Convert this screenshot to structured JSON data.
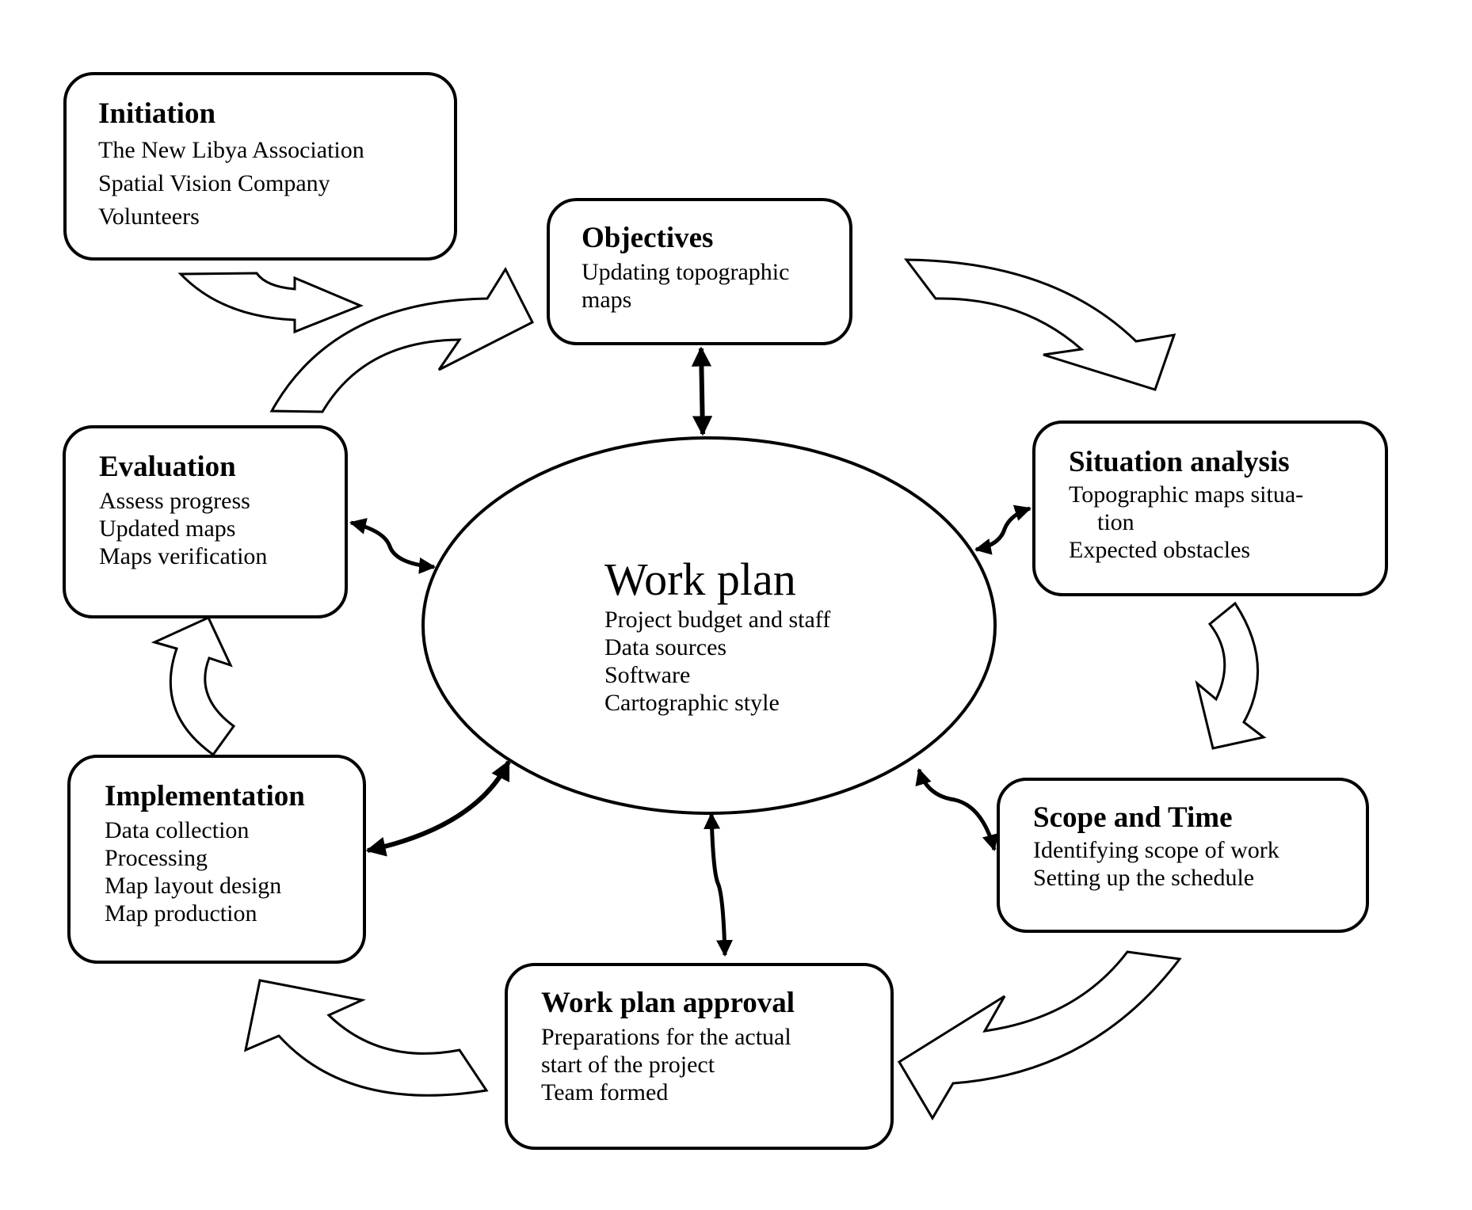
{
  "colors": {
    "stroke": "#000000",
    "fill": "#ffffff",
    "background": "#ffffff"
  },
  "center": {
    "title": "Work plan",
    "items": [
      "Project budget and staff",
      "Data sources",
      "Software",
      "Cartographic style"
    ]
  },
  "boxes": {
    "initiation": {
      "title": "Initiation",
      "items": [
        "The New Libya Association",
        "Spatial Vision Company",
        "Volunteers"
      ]
    },
    "objectives": {
      "title": "Objectives",
      "items": [
        "Updating topographic",
        "maps"
      ]
    },
    "situation": {
      "title": "Situation analysis",
      "items": [
        "Topographic maps situa-",
        "tion",
        "Expected obstacles"
      ]
    },
    "scope": {
      "title": "Scope and Time",
      "items": [
        "Identifying scope of work",
        "Setting up the schedule"
      ]
    },
    "approval": {
      "title": "Work plan approval",
      "items": [
        "Preparations for the actual",
        "start of the project",
        "Team formed"
      ]
    },
    "implementation": {
      "title": "Implementation",
      "items": [
        "Data collection",
        "Processing",
        "Map layout design",
        "Map production"
      ]
    },
    "evaluation": {
      "title": "Evaluation",
      "items": [
        "Assess progress",
        "Updated maps",
        "Maps verification"
      ]
    }
  },
  "flow": [
    {
      "from": "Initiation",
      "to": "Objectives"
    },
    {
      "from": "Evaluation",
      "to": "Objectives"
    },
    {
      "from": "Objectives",
      "to": "Situation analysis"
    },
    {
      "from": "Situation analysis",
      "to": "Scope and Time"
    },
    {
      "from": "Scope and Time",
      "to": "Work plan approval"
    },
    {
      "from": "Work plan approval",
      "to": "Implementation"
    },
    {
      "from": "Implementation",
      "to": "Evaluation"
    }
  ],
  "links_to_center": [
    "Objectives",
    "Situation analysis",
    "Scope and Time",
    "Work plan approval",
    "Implementation",
    "Evaluation"
  ]
}
